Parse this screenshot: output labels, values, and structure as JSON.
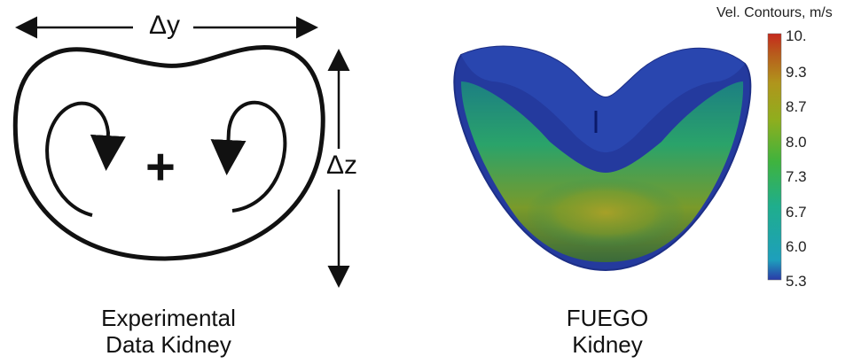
{
  "left_panel": {
    "width_label": "Δy",
    "height_label": "Δz",
    "center_mark": "+",
    "caption_line1": "Experimental",
    "caption_line2": "Data Kidney"
  },
  "right_panel": {
    "caption_line1": "FUEGO",
    "caption_line2": "Kidney"
  },
  "legend": {
    "title": "Vel. Contours, m/s",
    "ticks": [
      "10.",
      "9.3",
      "8.7",
      "8.0",
      "7.3",
      "6.7",
      "6.0",
      "5.3"
    ],
    "colors": [
      "#c62a1d",
      "#b85a1c",
      "#b0951c",
      "#8fae1e",
      "#3fb33e",
      "#1fae8c",
      "#1e9fbc",
      "#2a3aa8"
    ]
  }
}
